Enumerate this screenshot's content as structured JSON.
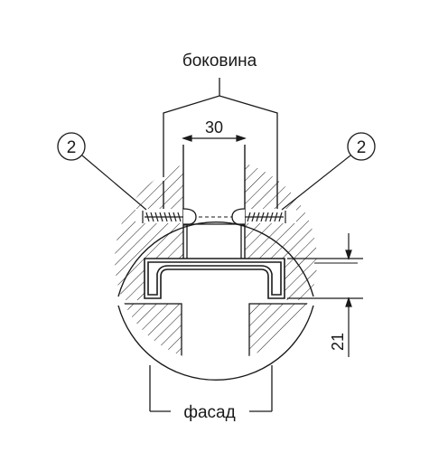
{
  "labels": {
    "top": "боковина",
    "bottom": "фасад",
    "width_dim": "30",
    "gap_dim": "21",
    "callout_left": "2",
    "callout_right": "2"
  },
  "colors": {
    "stroke": "#1a1a1a",
    "hatch": "#1a1a1a",
    "background": "#ffffff"
  }
}
